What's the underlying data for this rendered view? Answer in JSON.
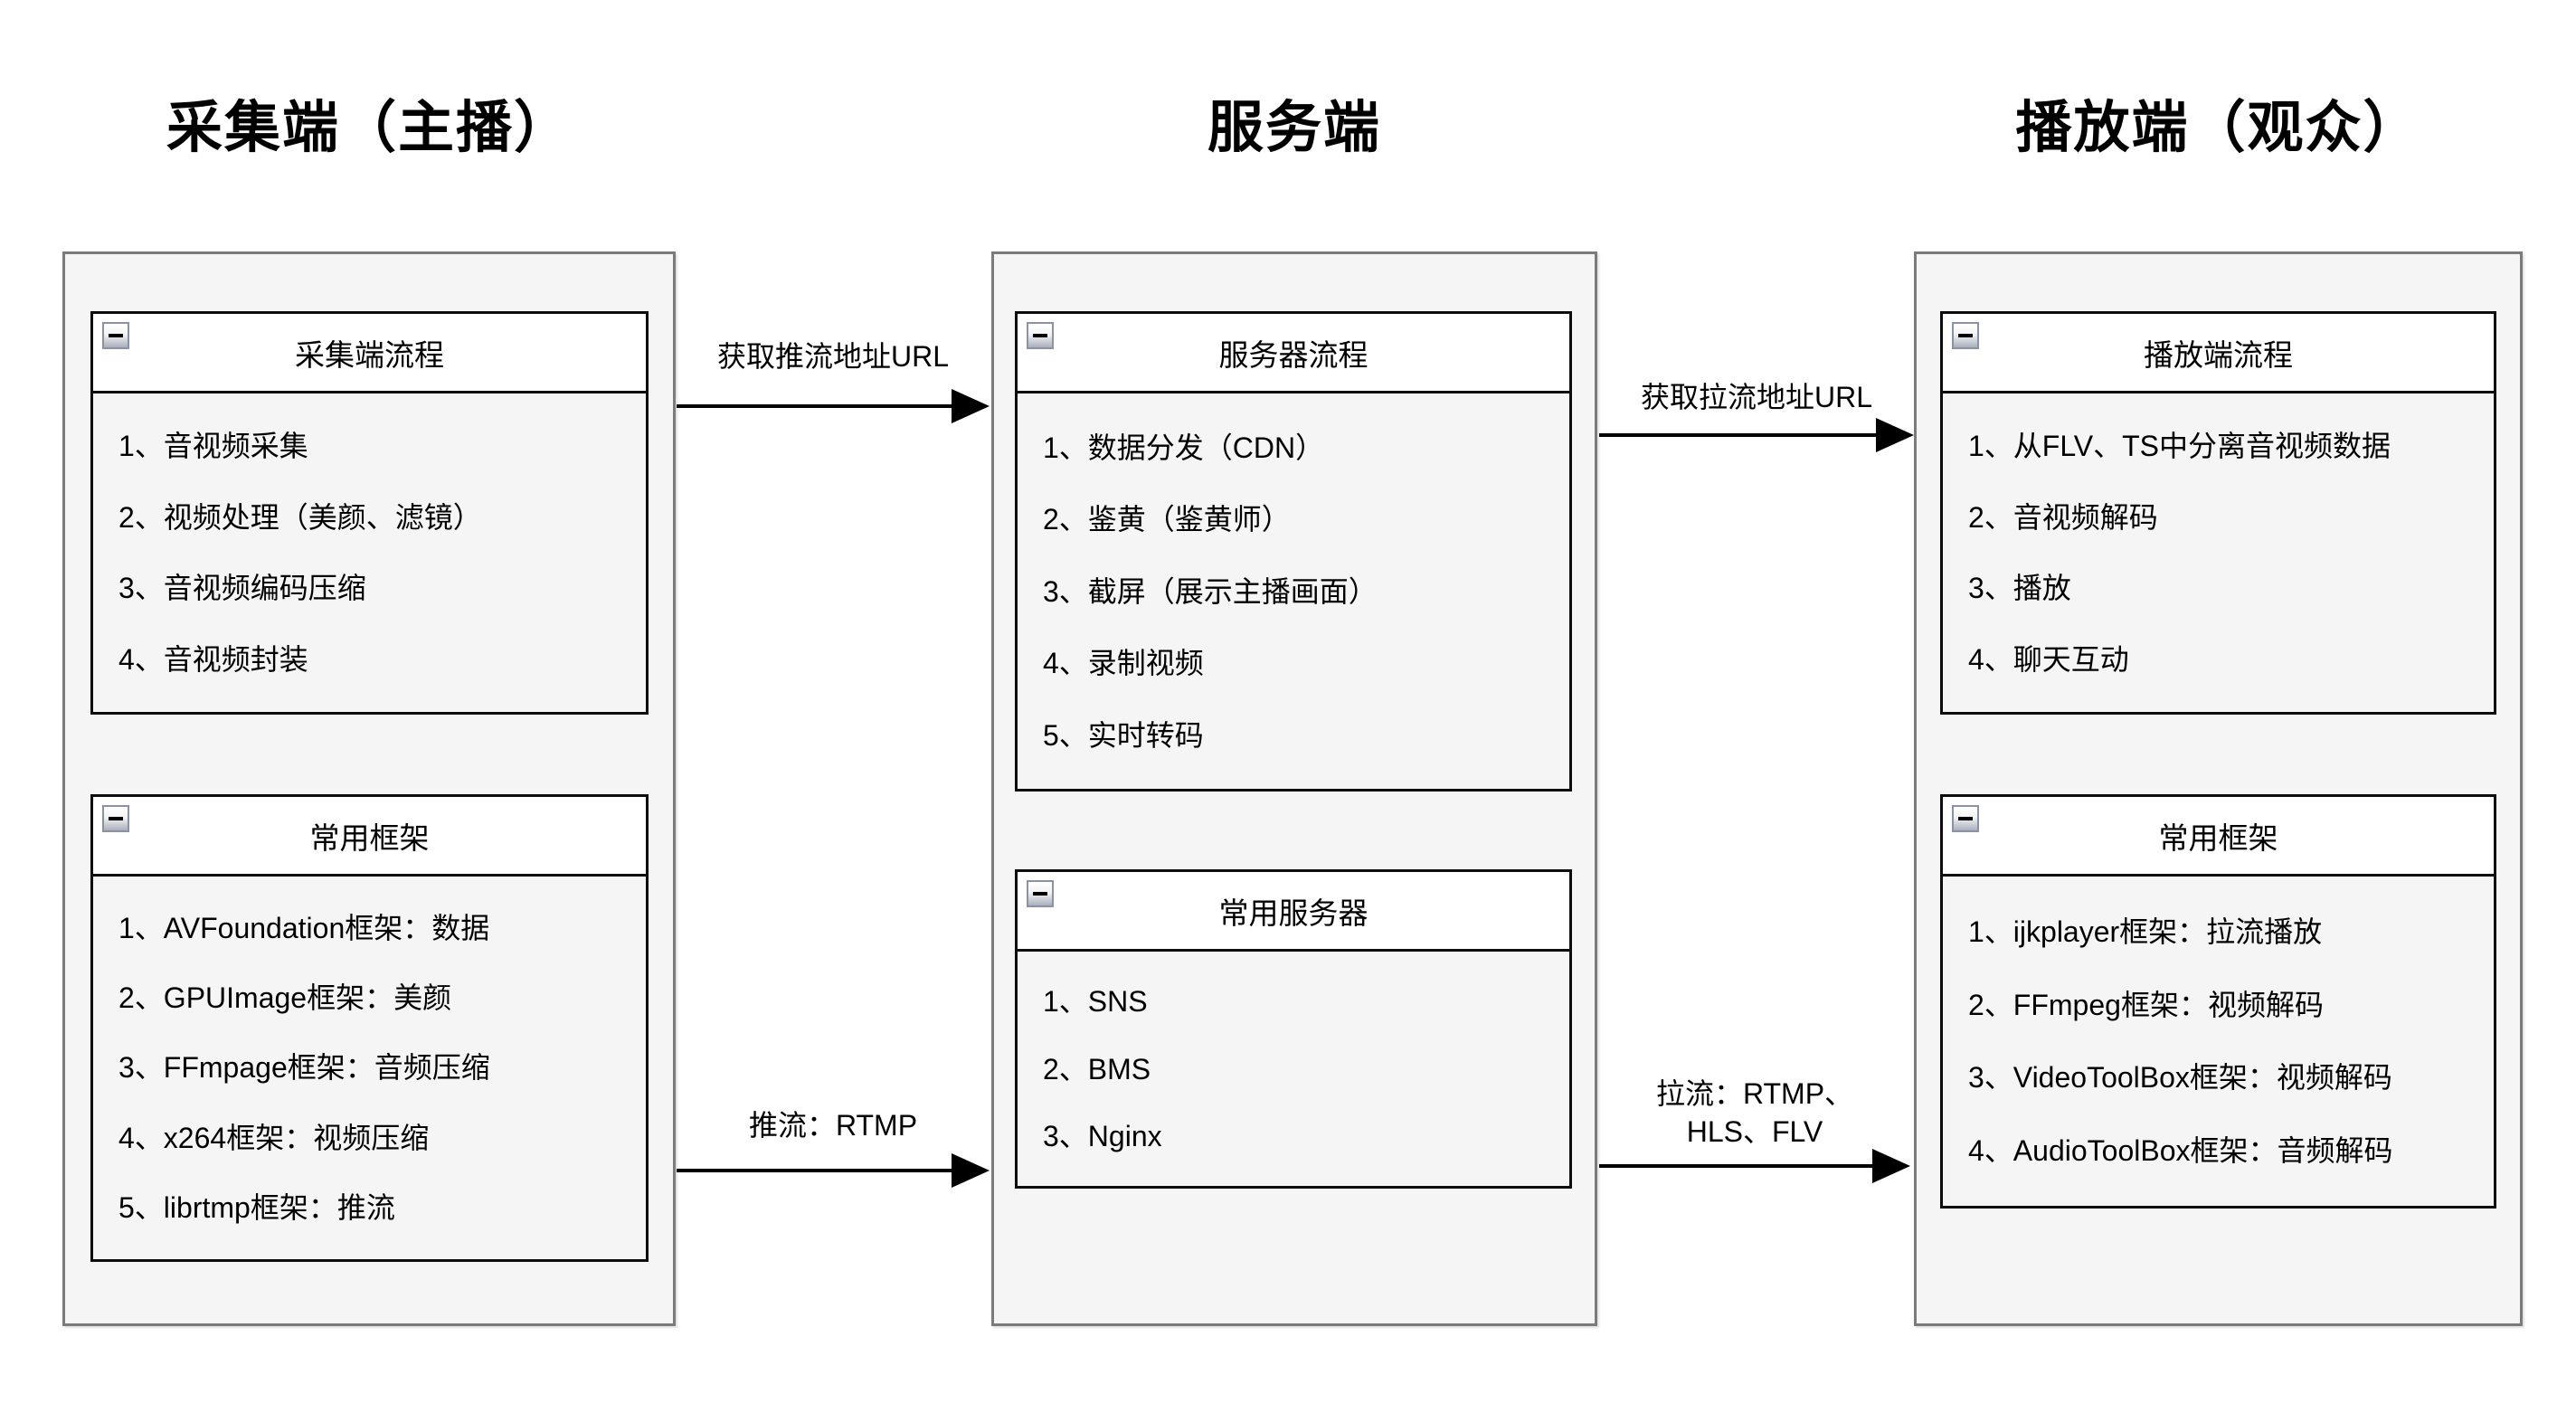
{
  "columns": [
    {
      "title": "采集端（主播）",
      "boxes": [
        {
          "header": "采集端流程",
          "collapse_icon": "minus-collapse",
          "items": [
            "1、音视频采集",
            "2、视频处理（美颜、滤镜）",
            "3、音视频编码压缩",
            "4、音视频封装"
          ]
        },
        {
          "header": "常用框架",
          "collapse_icon": "minus-collapse",
          "items": [
            "1、AVFoundation框架：数据",
            "2、GPUImage框架：美颜",
            "3、FFmpage框架：音频压缩",
            "4、x264框架：视频压缩",
            "5、librtmp框架：推流"
          ]
        }
      ]
    },
    {
      "title": "服务端",
      "boxes": [
        {
          "header": "服务器流程",
          "collapse_icon": "minus-collapse",
          "items": [
            "1、数据分发（CDN）",
            "2、鉴黄（鉴黄师）",
            "3、截屏（展示主播画面）",
            "4、录制视频",
            "5、实时转码"
          ]
        },
        {
          "header": "常用服务器",
          "collapse_icon": "minus-collapse",
          "items": [
            "1、SNS",
            "2、BMS",
            "3、Nginx"
          ]
        }
      ]
    },
    {
      "title": "播放端（观众）",
      "boxes": [
        {
          "header": "播放端流程",
          "collapse_icon": "minus-collapse",
          "items": [
            "1、从FLV、TS中分离音视频数据",
            "2、音视频解码",
            "3、播放",
            "4、聊天互动"
          ]
        },
        {
          "header": "常用框架",
          "collapse_icon": "minus-collapse",
          "items": [
            "1、ijkplayer框架：拉流播放",
            "2、FFmpeg框架：视频解码",
            "3、VideoToolBox框架：视频解码",
            "4、AudioToolBox框架：音频解码"
          ]
        }
      ]
    }
  ],
  "arrows": [
    {
      "label": "获取推流地址URL",
      "direction": "right"
    },
    {
      "label": "获取拉流地址URL",
      "direction": "right"
    },
    {
      "label": "推流：RTMP",
      "direction": "right"
    },
    {
      "label": "拉流：RTMP、\nHLS、FLV",
      "direction": "right"
    }
  ],
  "colors": {
    "background": "#ffffff",
    "outer_box_fill": "#f5f5f5",
    "outer_box_border": "#7b7b7b",
    "node_fill": "#f5f5f5",
    "node_header_fill": "#ffffff",
    "node_border": "#0d0d0d",
    "text": "#000000",
    "collapse_icon_border": "#8b92a2"
  }
}
